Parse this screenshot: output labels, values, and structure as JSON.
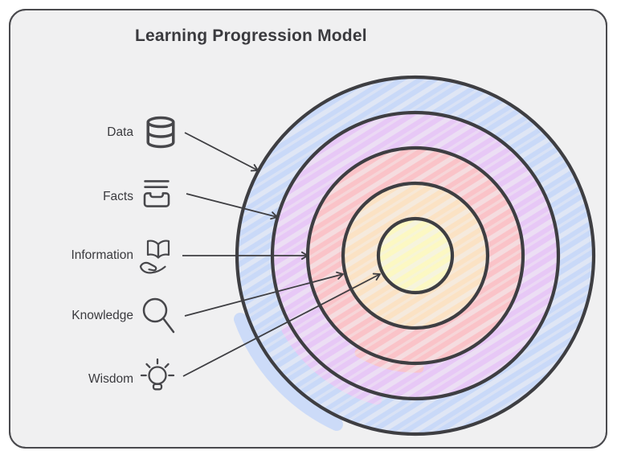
{
  "diagram": {
    "title": "Learning Progression Model",
    "type": "concentric-rings-target",
    "levels": [
      {
        "label": "Data",
        "icon": "database-icon",
        "ring": 1,
        "ring_color": "#C9D9F8"
      },
      {
        "label": "Facts",
        "icon": "inbox-tray-icon",
        "ring": 2,
        "ring_color": "#E7C8F6"
      },
      {
        "label": "Information",
        "icon": "open-book-hand-icon",
        "ring": 3,
        "ring_color": "#FAC3C8"
      },
      {
        "label": "Knowledge",
        "icon": "magnifier-icon",
        "ring": 4,
        "ring_color": "#FBE2C4"
      },
      {
        "label": "Wisdom",
        "icon": "lightbulb-icon",
        "ring": 5,
        "ring_color": "#FCF8C3"
      }
    ],
    "colors": {
      "canvas_bg": "#F0F0F1",
      "canvas_border": "#4A4A4E",
      "outline": "#3E3E42",
      "arrow": "#3E3E42",
      "text": "#3A3A3E"
    }
  }
}
